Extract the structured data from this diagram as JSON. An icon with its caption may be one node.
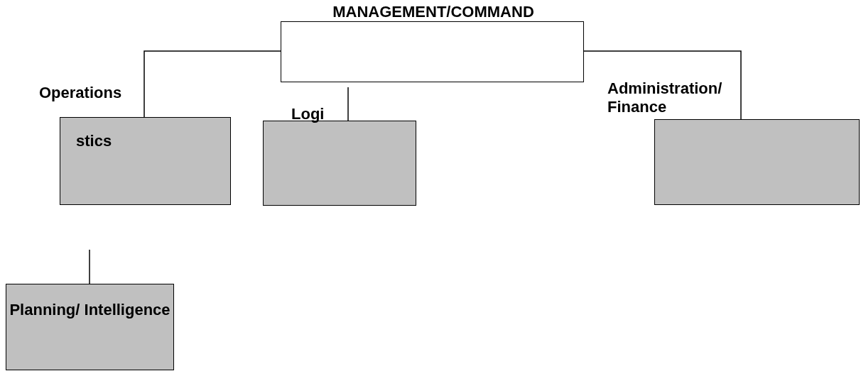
{
  "diagram": {
    "nodes": [
      {
        "text": [
          "MANAGEMENT/COMMAND"
        ]
      },
      {
        "text": [
          "Operations",
          "stics"
        ]
      },
      {
        "text": [
          "Logi"
        ]
      },
      {
        "text": [
          "Administration/ Finance"
        ]
      },
      {
        "text": [
          "Planning/ Intelligence"
        ]
      }
    ],
    "edges": [
      {
        "from": 0,
        "to": 1,
        "arrow": "none"
      },
      {
        "from": 0,
        "to": 2,
        "arrow": "none"
      },
      {
        "from": 0,
        "to": 3,
        "arrow": "none"
      },
      {
        "from": null,
        "to": 4,
        "arrow": "none"
      }
    ]
  }
}
